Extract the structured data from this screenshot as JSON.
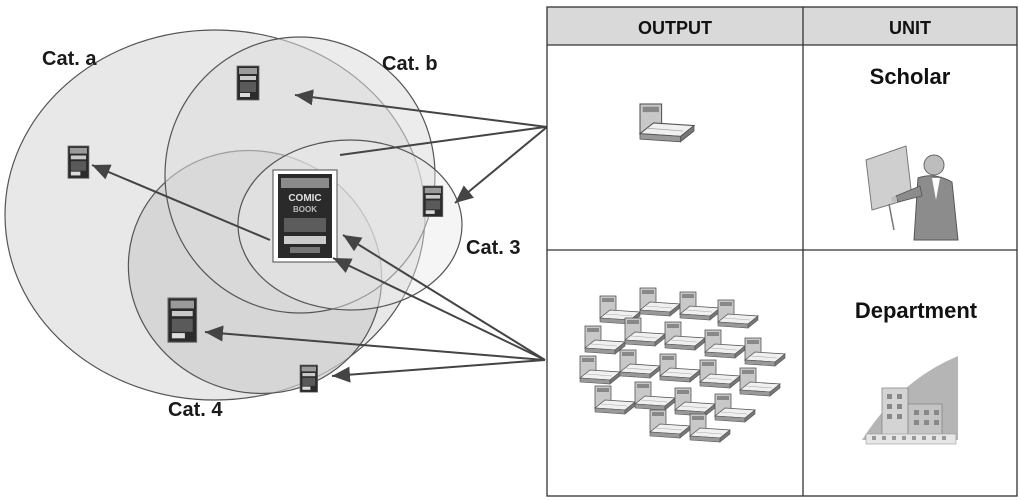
{
  "venn": {
    "categories": [
      {
        "label": "Cat. a",
        "icon": "magazine-icon"
      },
      {
        "label": "Cat. b",
        "icon": "magazine-icon"
      },
      {
        "label": "Cat. 3",
        "icon": "magazine-icon"
      },
      {
        "label": "Cat. 4",
        "icon": "magazine-icon"
      }
    ],
    "center_item": {
      "icon": "featured-magazine-cover-icon"
    }
  },
  "table": {
    "headers": {
      "output": "OUTPUT",
      "unit": "UNIT"
    },
    "rows": [
      {
        "unit": "Scholar",
        "output_icon": "single-printer-icon",
        "unit_icon": "presenter-icon"
      },
      {
        "unit": "Department",
        "output_icon": "printer-pile-icon",
        "unit_icon": "building-icon"
      }
    ]
  }
}
